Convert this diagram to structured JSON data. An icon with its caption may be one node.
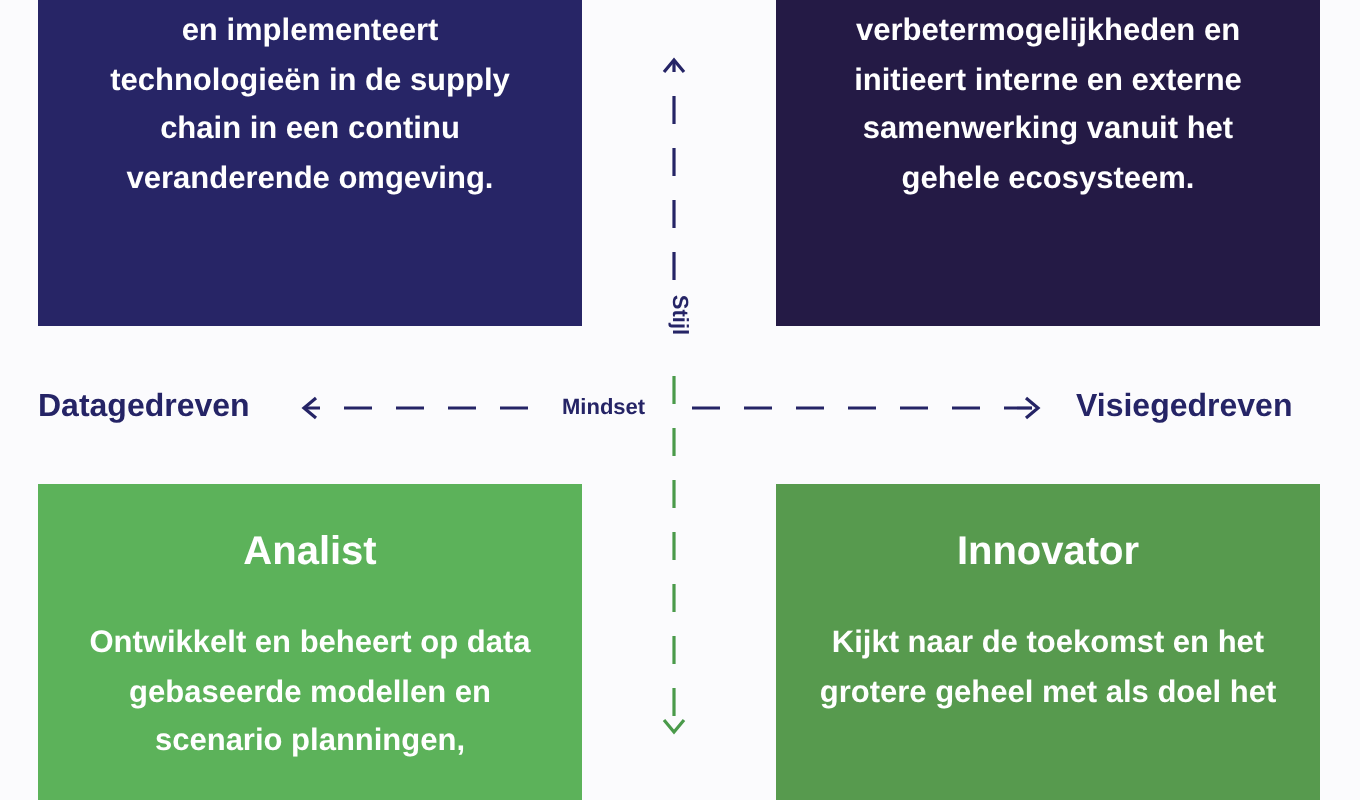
{
  "diagram": {
    "nodes": [
      {
        "text": [
          "en implementeert technologieën in de supply chain in een continu veranderende omgeving."
        ]
      },
      {
        "text": [
          "verbetermogelijkheden en initieert interne en externe samenwerking vanuit het gehele ecosysteem."
        ]
      },
      {
        "text": [
          "Analist",
          "Ontwikkelt en beheert op data gebaseerde modellen en scenario planningen,"
        ]
      },
      {
        "text": [
          "Innovator",
          "Kijkt naar de toekomst en het grotere geheel met als doel het"
        ]
      }
    ],
    "labels": [
      "Datagedreven",
      "Mindset",
      "Visiegedreven",
      "Stijl"
    ]
  }
}
